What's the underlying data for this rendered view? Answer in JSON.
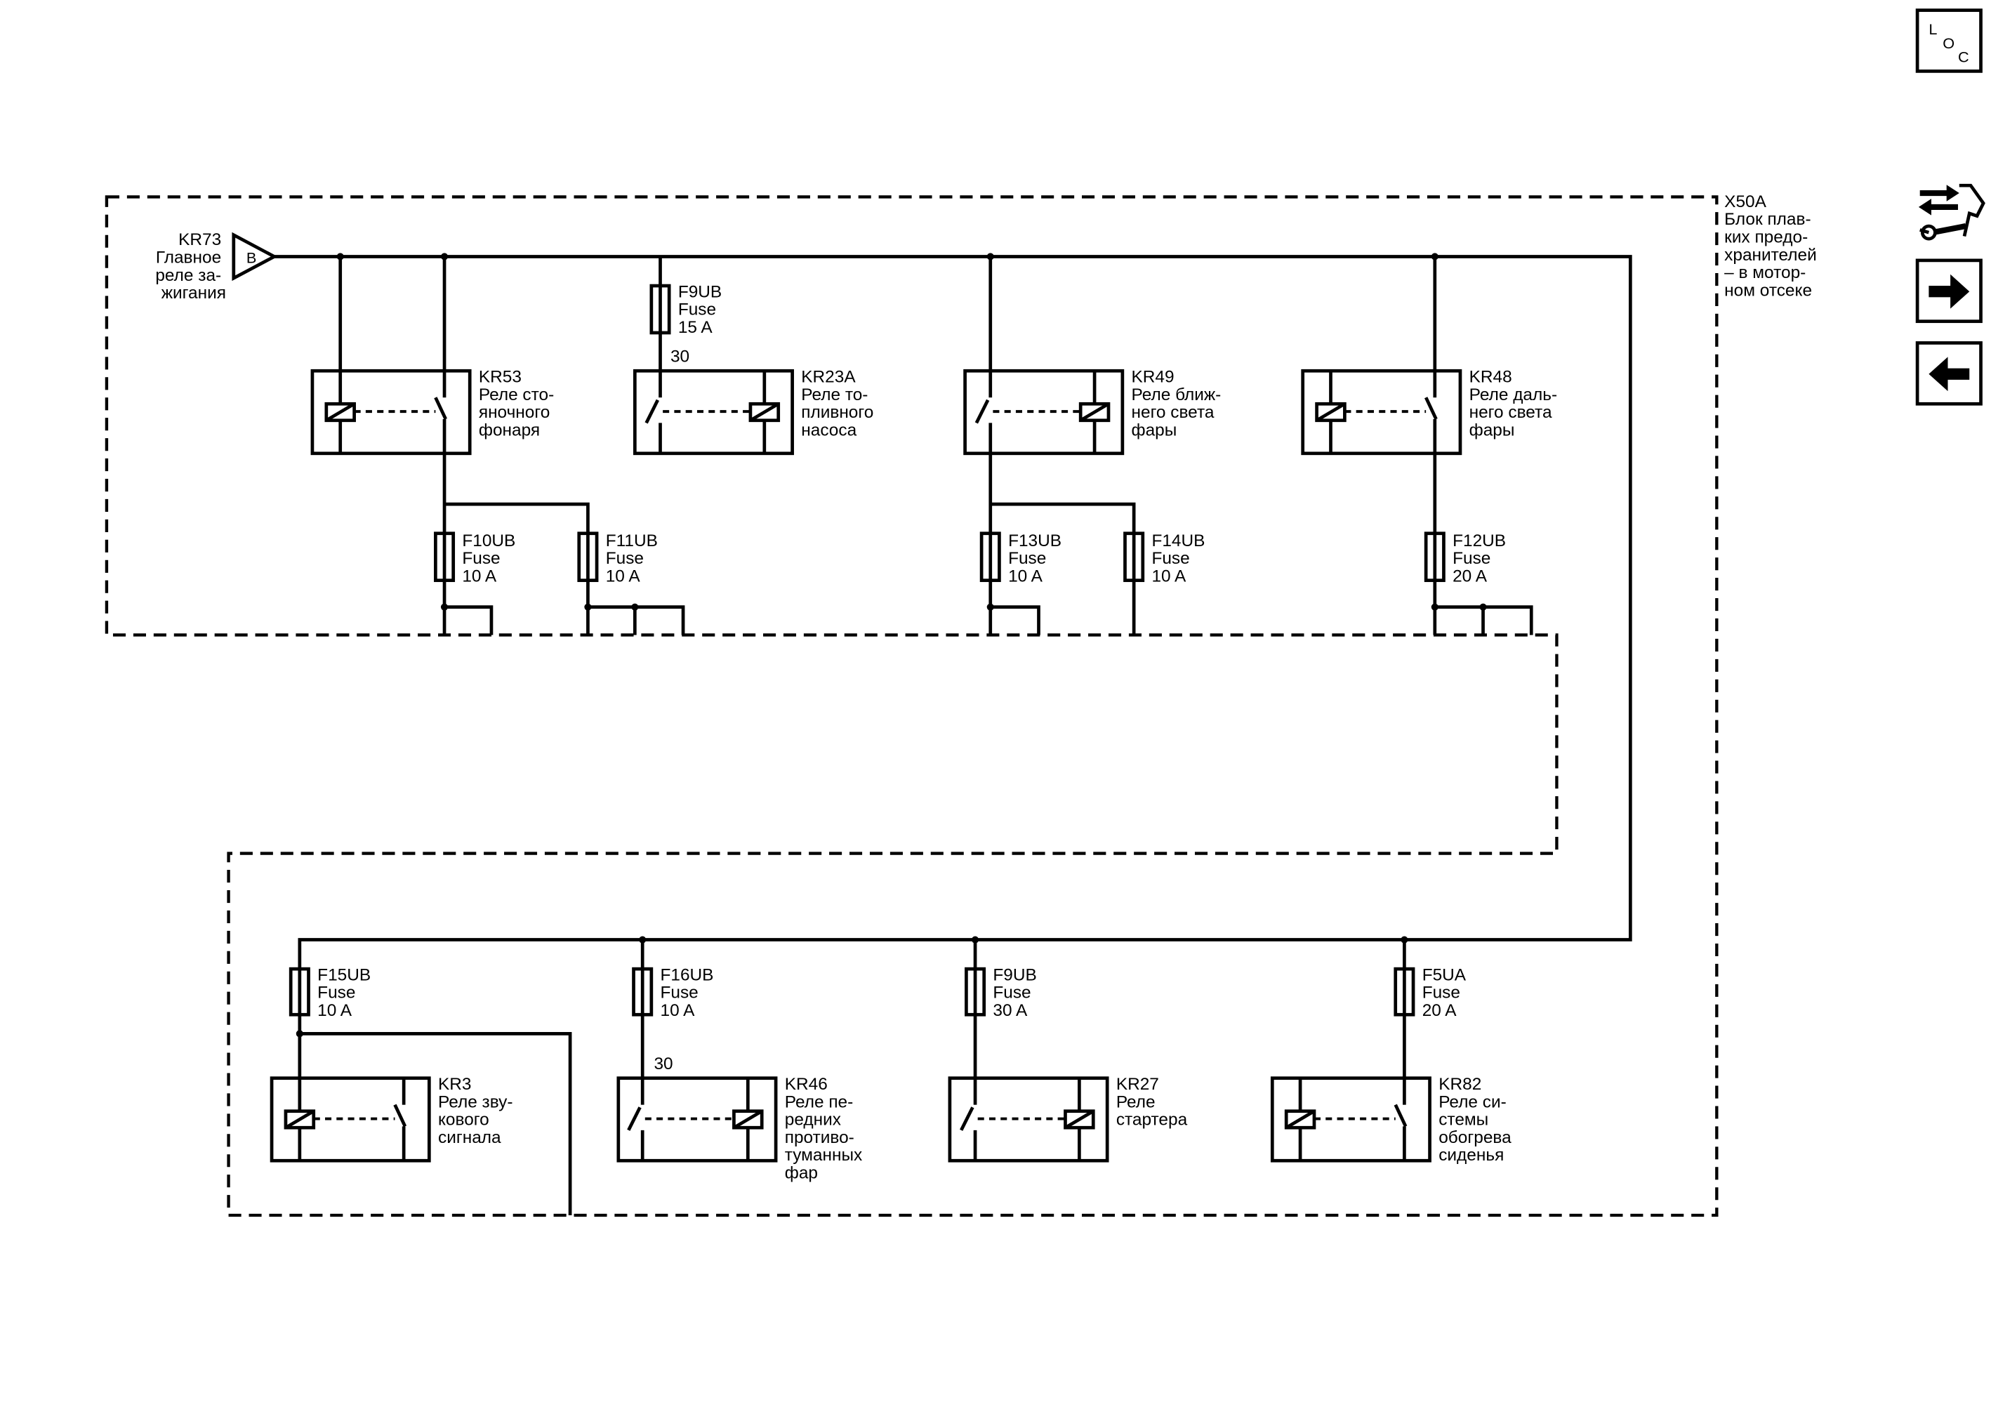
{
  "nav": {
    "loc": {
      "l": "L",
      "o": "O",
      "c": "C"
    },
    "buttons": [
      {
        "icon": "location-view-icon"
      },
      {
        "icon": "connector-service-icon"
      },
      {
        "icon": "arrow-right-icon"
      },
      {
        "icon": "arrow-left-icon"
      }
    ]
  },
  "fuse_block": {
    "id": "X50A",
    "desc": [
      "Блок плав-",
      "ких предо-",
      "хранителей",
      "– в мотор-",
      "ном отсеке"
    ]
  },
  "source": {
    "id": "KR73",
    "pin": "B",
    "desc": [
      "Главное",
      "реле за-",
      "жигания"
    ]
  },
  "relays": [
    {
      "id": "KR53",
      "desc": [
        "Реле сто-",
        "яночного",
        "фонаря"
      ]
    },
    {
      "id": "KR23A",
      "desc": [
        "Реле то-",
        "пливного",
        "насоса"
      ]
    },
    {
      "id": "KR49",
      "desc": [
        "Реле ближ-",
        "него света",
        "фары"
      ]
    },
    {
      "id": "KR48",
      "desc": [
        "Реле даль-",
        "него света",
        "фары"
      ]
    },
    {
      "id": "KR3",
      "desc": [
        "Реле зву-",
        "кового",
        "сигнала"
      ]
    },
    {
      "id": "KR46",
      "desc": [
        "Реле пе-",
        "редних",
        "противо-",
        "туманных",
        "фар"
      ]
    },
    {
      "id": "KR27",
      "desc": [
        "Реле",
        "стартера"
      ]
    },
    {
      "id": "KR82",
      "desc": [
        "Реле си-",
        "стемы",
        "обогрева",
        "сиденья"
      ]
    }
  ],
  "fuses": [
    {
      "id": "F9UB",
      "type": "Fuse",
      "rating": "15 A"
    },
    {
      "id": "F10UB",
      "type": "Fuse",
      "rating": "10 A"
    },
    {
      "id": "F11UB",
      "type": "Fuse",
      "rating": "10 A"
    },
    {
      "id": "F13UB",
      "type": "Fuse",
      "rating": "10 A"
    },
    {
      "id": "F14UB",
      "type": "Fuse",
      "rating": "10 A"
    },
    {
      "id": "F12UB",
      "type": "Fuse",
      "rating": "20 A"
    },
    {
      "id": "F15UB",
      "type": "Fuse",
      "rating": "10 A"
    },
    {
      "id": "F16UB",
      "type": "Fuse",
      "rating": "10 A"
    },
    {
      "id": "F9UB",
      "type": "Fuse",
      "rating": "30 A"
    },
    {
      "id": "F5UA",
      "type": "Fuse",
      "rating": "20 A"
    }
  ],
  "terminals": [
    "30",
    "30"
  ]
}
